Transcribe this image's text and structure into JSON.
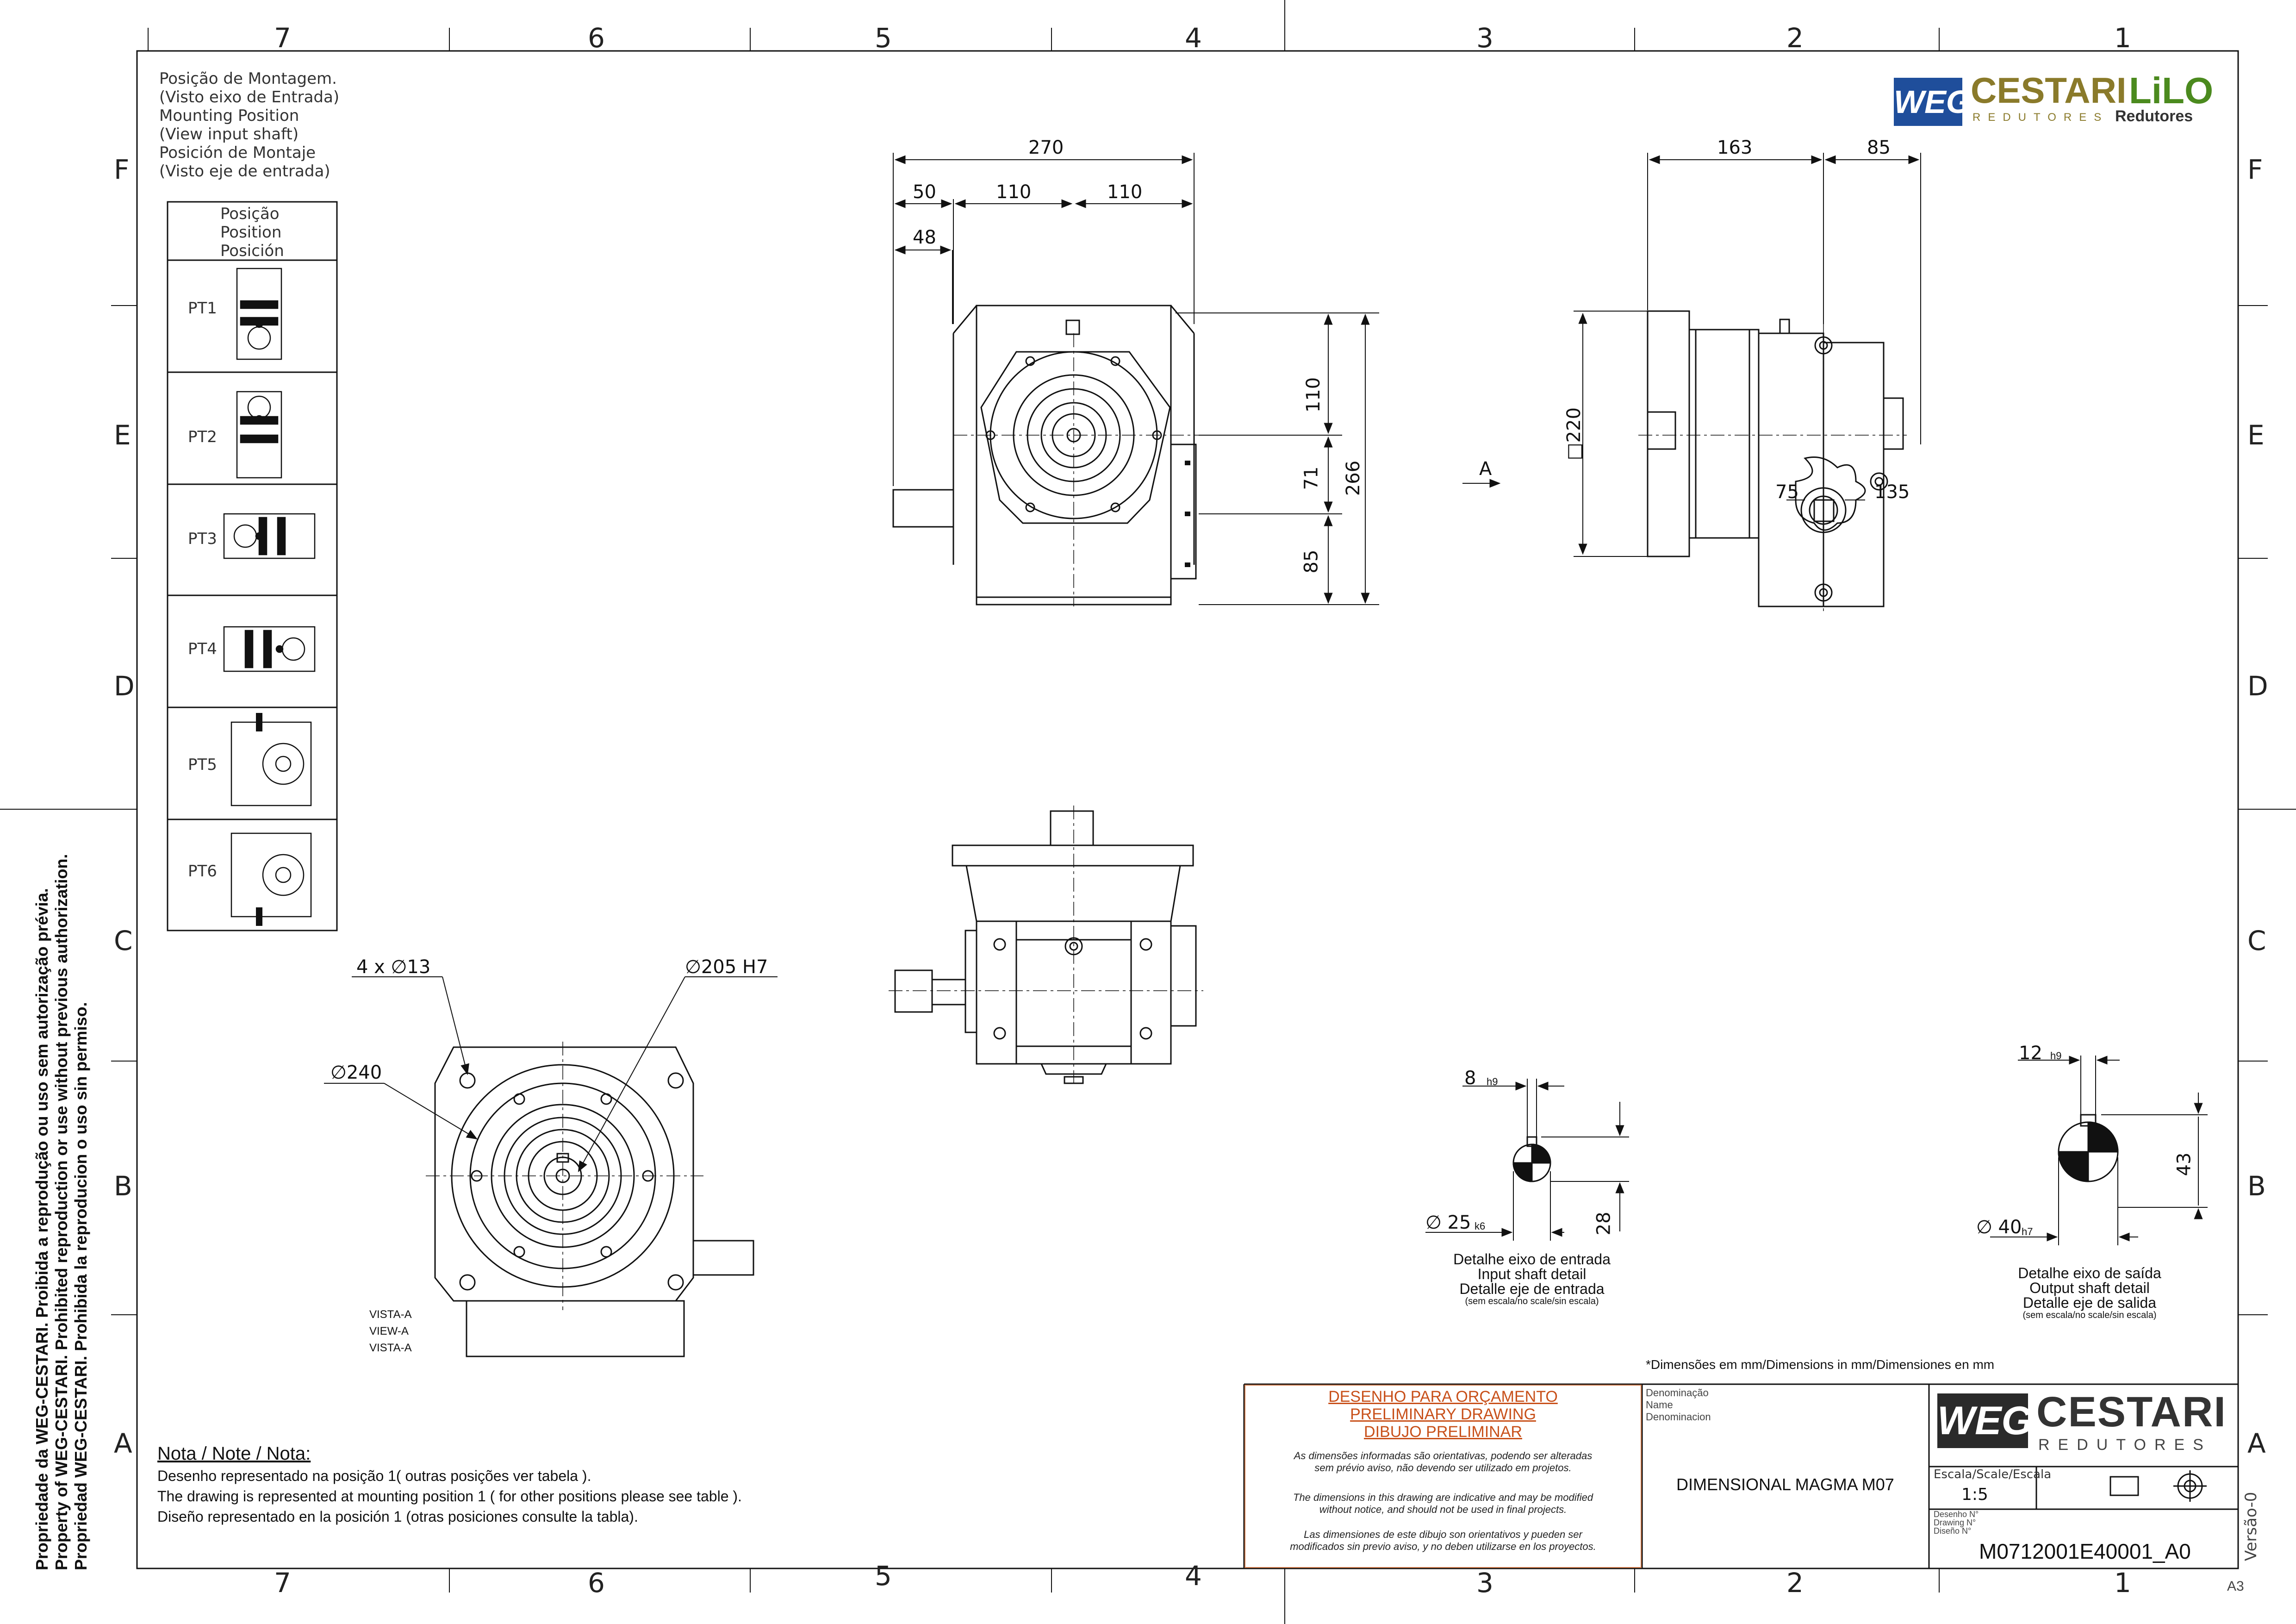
{
  "zones": {
    "columns_top": [
      "7",
      "6",
      "5",
      "4",
      "3",
      "2",
      "1"
    ],
    "rows": [
      "F",
      "E",
      "D",
      "C",
      "B",
      "A"
    ]
  },
  "mounting": {
    "heading": [
      "Posição de Montagem.",
      "(Visto eixo de Entrada)",
      "Mounting Position",
      "(View input shaft)",
      "Posición de Montaje",
      "(Visto eje de entrada)"
    ],
    "table_header": [
      "Posição",
      "Position",
      "Posición"
    ],
    "positions": [
      "PT1",
      "PT2",
      "PT3",
      "PT4",
      "PT5",
      "PT6"
    ]
  },
  "dimensions": {
    "top_270": "270",
    "top_50": "50",
    "top_110a": "110",
    "top_110b": "110",
    "top_48": "48",
    "right_110": "110",
    "right_71": "71",
    "right_85": "85",
    "right_266": "266",
    "side_163": "163",
    "side_85": "85",
    "side_220": "□220",
    "side_75": "75",
    "side_135": "135",
    "view_arrow": "A",
    "holes": "4 x ∅13",
    "bore": "∅205 H7",
    "dia240": "∅240",
    "in_key": "8",
    "in_key_tol": "h9",
    "in_dia": "∅ 25",
    "in_dia_tol": "k6",
    "in_28": "28",
    "out_key": "12",
    "out_key_tol": "h9",
    "out_dia": "∅ 40",
    "out_dia_tol": "h7",
    "out_43": "43"
  },
  "labels": {
    "vista": [
      "VISTA-A",
      "VIEW-A",
      "VISTA-A"
    ],
    "input_detail": [
      "Detalhe eixo de entrada",
      "Input shaft detail",
      "Detalle eje de entrada"
    ],
    "input_scale": "(sem escala/no scale/sin escala)",
    "output_detail": [
      "Detalhe eixo de saída",
      "Output shaft detail",
      "Detalle eje de salida"
    ],
    "output_scale": "(sem escala/no scale/sin escala)",
    "units": "*Dimensões em mm/Dimensions in mm/Dimensiones en mm"
  },
  "note": {
    "title": "Nota / Note / Nota:",
    "lines": [
      "Desenho representado na posição 1( outras posições ver tabela ).",
      "The drawing is represented at mounting position 1 ( for other positions please see table ).",
      "Diseño representado en la posición 1 (otras posiciones consulte la tabla)."
    ]
  },
  "preliminary": {
    "title": [
      "DESENHO PARA ORÇAMENTO",
      "PRELIMINARY DRAWING",
      "DIBUJO PRELIMINAR"
    ],
    "texts": [
      "As dimensões informadas são orientativas, podendo ser alteradas",
      "sem prévio aviso, não devendo ser utilizado em projetos.",
      "The dimensions in this drawing are indicative and may be modified",
      "without notice, and should not be used in final projects.",
      "Las dimensiones de este dibujo son orientativos y pueden ser",
      "modificados sin previo aviso, y no deben utilizarse en los proyectos."
    ]
  },
  "title_block": {
    "name_label": [
      "Denominação",
      "Name",
      "Denominacion"
    ],
    "name": "DIMENSIONAL MAGMA M07",
    "scale_label": "Escala/Scale/Escala",
    "scale": "1:5",
    "drawing_label": [
      "Desenho N°",
      "Drawing N°",
      "Diseño N°"
    ],
    "drawing_no": "M0712001E40001_A0",
    "version": "Versão-0",
    "sheet": "A3"
  },
  "logos": {
    "weg": "WEG",
    "cestari": "CESTARI",
    "redutores": "REDUTORES",
    "lilo": "LiLO",
    "lilo_sub": "Redutores",
    "colors": {
      "weg_blue": "#1f4e9b",
      "cestari_gold": "#8a7a2a",
      "lilo_green": "#4b8a1e",
      "dark": "#333333"
    }
  },
  "side_text": [
    "Propriedade da WEG-CESTARI. Proibida a reprodução ou uso sem autorização prévia.",
    "Property of WEG-CESTARI. Prohibited reproduction or use without previous authorization.",
    "Propriedad WEG-CESTARI. Prohibida la reproducion o uso sin permiso."
  ]
}
